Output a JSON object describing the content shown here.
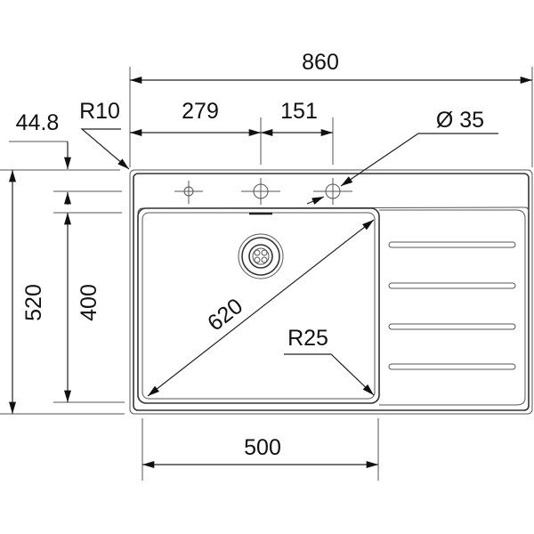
{
  "title": "Sink dimension drawing",
  "dimensions": {
    "overall_width": "860",
    "tap_hole_offset": "279",
    "tap_hole_spacing": "151",
    "tap_hole_diameter": "Ø 35",
    "corner_radius_outer": "R10",
    "tap_ledge_depth": "44.8",
    "overall_depth": "520",
    "bowl_depth_plan": "400",
    "bowl_diagonal": "620",
    "bowl_corner_radius": "R25",
    "bowl_width": "500"
  }
}
